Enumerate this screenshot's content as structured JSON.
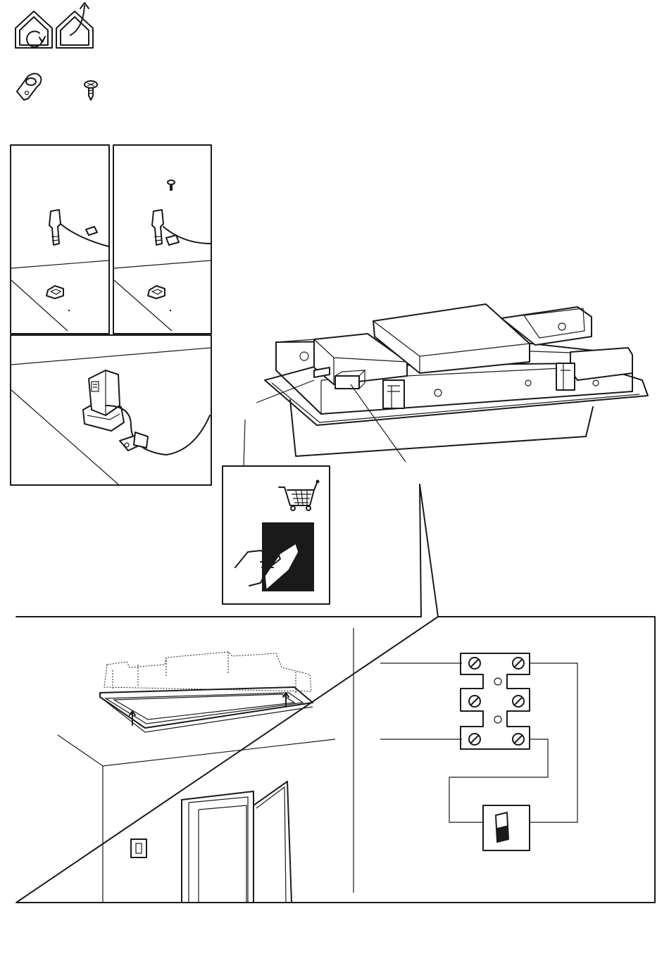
{
  "page": {
    "background": "#ffffff",
    "stroke_color": "#1a1a1a"
  },
  "icons": {
    "indoor_recirculation": "indoor-recirculation-icon",
    "outdoor_exhaust": "outdoor-exhaust-icon",
    "cable_clip": "cable-clip-icon",
    "screw": "screw-icon",
    "shopping_cart": "shopping-cart-icon",
    "peel_sticker": "peel-sticker-icon",
    "light_switch": "light-switch-icon"
  },
  "steps": {
    "step1": "plug-near-clip",
    "step2": "screw-clip-on-cable",
    "step3": "plug-connected-close-up",
    "hood": "hood-overview",
    "callout": "accessory-callout",
    "installation": "ceiling-installation",
    "wiring": "terminal-block-wiring"
  }
}
